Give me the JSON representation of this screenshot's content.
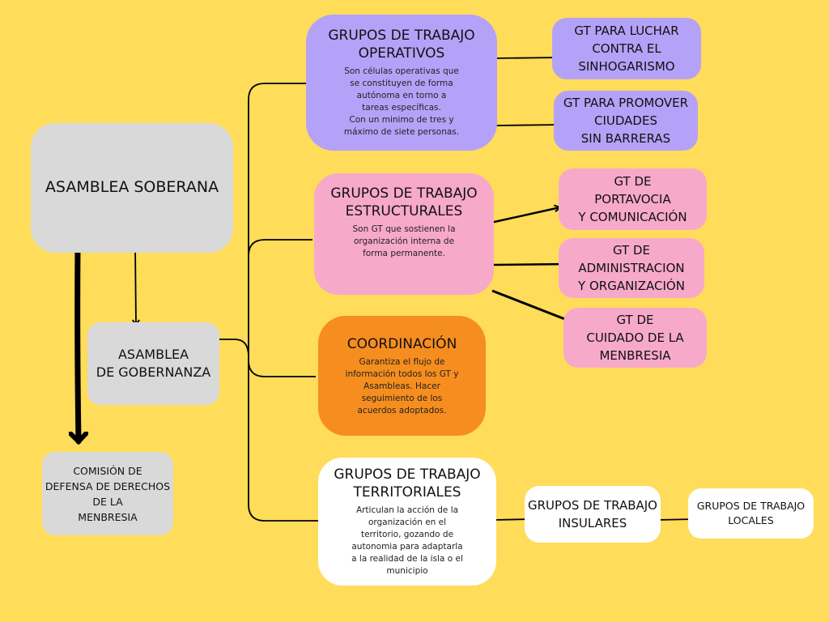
{
  "colors": {
    "background": "#ffdc5a",
    "gray": "#d9d9d9",
    "purple": "#b4a2f8",
    "pink": "#f7a9c9",
    "orange": "#f68d1f",
    "white": "#ffffff"
  },
  "asamblea_soberana": {
    "title": "ASAMBLEA  SOBERANA"
  },
  "asamblea_gobernanza": {
    "title": "ASAMBLEA\nDE GOBERNANZA"
  },
  "comision": {
    "title": "COMISIÓN DE\nDEFENSA DE DERECHOS\nDE LA\nMENBRESIA"
  },
  "operativos": {
    "title": "GRUPOS DE TRABAJO\nOPERATIVOS",
    "desc": "Son células operativas que\nse constituyen de forma\nautónoma en torno a\ntareas específicas.\nCon un minimo de tres y\nmáximo de siete personas."
  },
  "estructurales": {
    "title": "GRUPOS DE TRABAJO\nESTRUCTURALES",
    "desc": "Son GT que sostienen la\norganización interna de\nforma permanente."
  },
  "coordinacion": {
    "title": "COORDINACIÓN",
    "desc": "Garantiza el flujo de\ninformación todos los GT y\nAsambleas. Hacer\nseguimiento de los\nacuerdos adoptados."
  },
  "territoriales": {
    "title": "GRUPOS DE TRABAJO\nTERRITORIALES",
    "desc": "Articulan la acción de la\norganización en el\nterritorio, gozando de\nautonomia para adaptarla\na la realidad de la isla o el\nmunicipio"
  },
  "gt_sinhogarismo": {
    "title": "GT PARA LUCHAR\nCONTRA EL\nSINHOGARISMO"
  },
  "gt_ciudades": {
    "title": "GT PARA PROMOVER\nCIUDADES\nSIN BARRERAS"
  },
  "gt_portavocia": {
    "title": "GT DE\nPORTAVOCIA\nY COMUNICACIÓN"
  },
  "gt_administracion": {
    "title": "GT DE\nADMINISTRACION\nY ORGANIZACIÓN"
  },
  "gt_cuidado": {
    "title": "GT DE\nCUIDADO DE LA\nMENBRESIA"
  },
  "gt_insulares": {
    "title": "GRUPOS DE TRABAJO\nINSULARES"
  },
  "gt_locales": {
    "title": "GRUPOS DE TRABAJO\nLOCALES"
  }
}
